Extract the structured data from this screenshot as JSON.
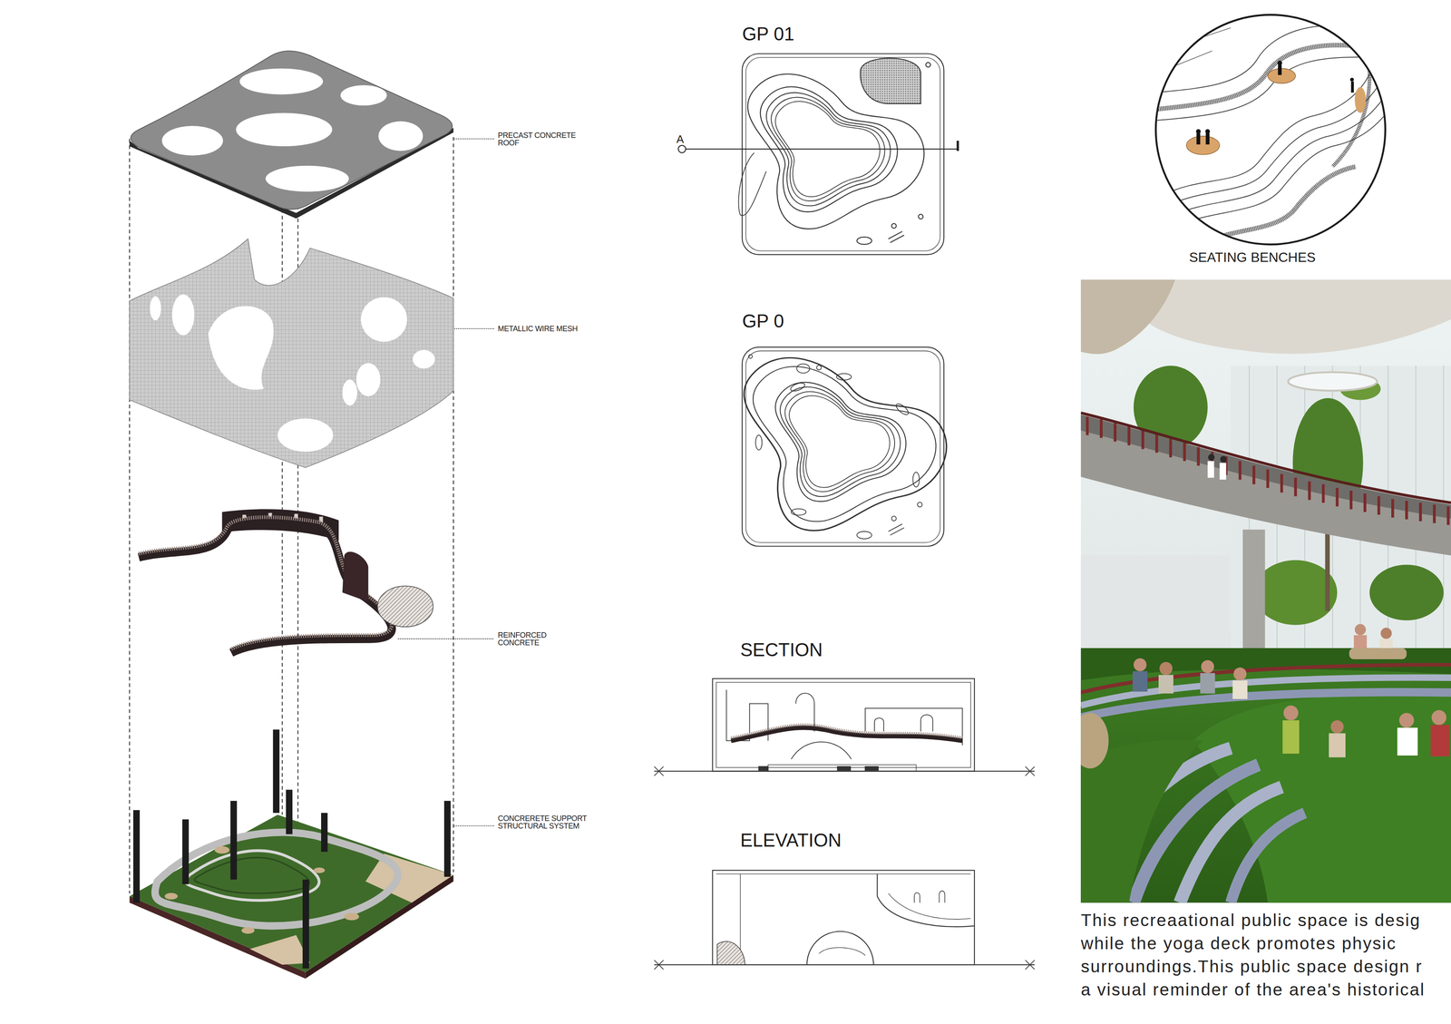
{
  "diagram": {
    "labels": [
      "PRECAST CONCRETE ROOF",
      "METALLIC WIRE MESH",
      "REINFORCED CONCRETE",
      "CONCRERETE SUPPORT STRUCTURAL SYSTEM",
      "GP 01",
      "A",
      "GP 0",
      "SECTION",
      "ELEVATION",
      "SEATING BENCHES",
      "This recreaational public space is desig",
      "while the yoga deck promotes physic",
      "surroundings.This public space design r",
      "a visual reminder of the area's historical"
    ]
  }
}
